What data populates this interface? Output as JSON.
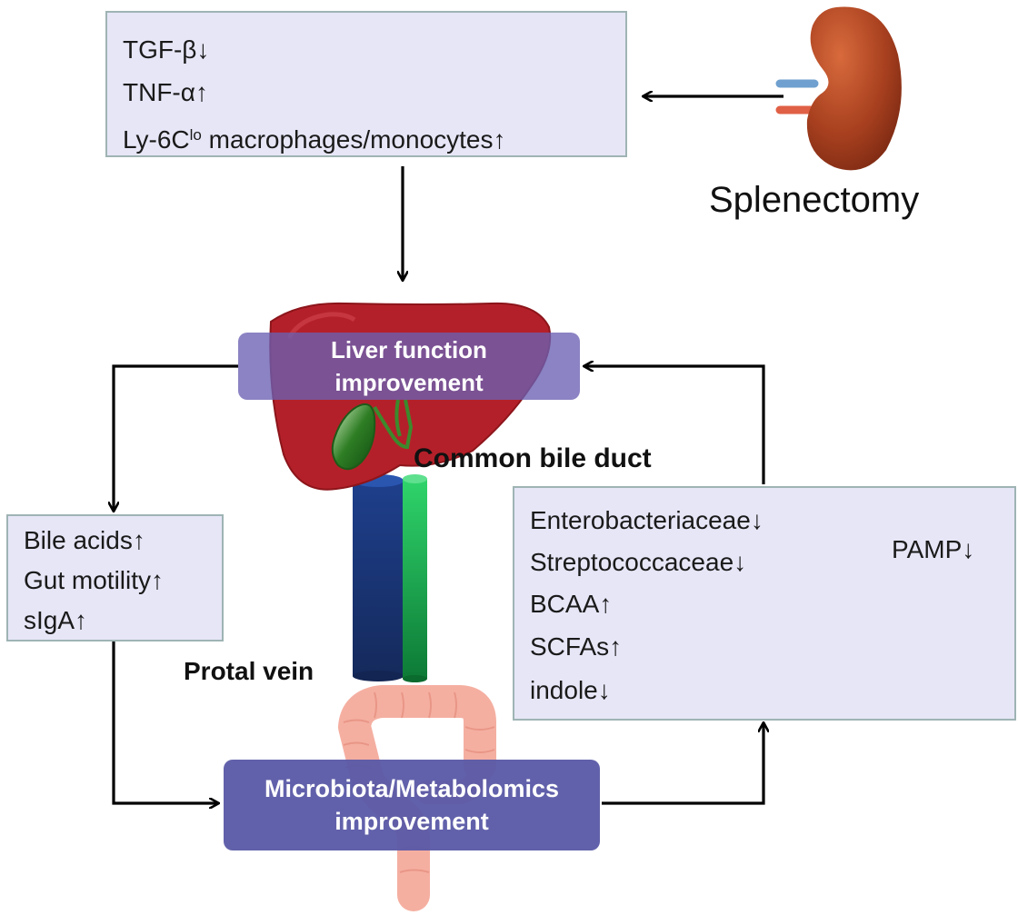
{
  "spleen_box": {
    "items": [
      "TGF-β↓",
      "TNF-α↑",
      "Ly-6C",
      "lo",
      " macrophages/monocytes↑"
    ]
  },
  "splenectomy_label": "Splenectomy",
  "liver_pill": {
    "line1": "Liver function",
    "line2": "improvement"
  },
  "common_bile_duct_label": "Common bile duct",
  "portal_vein_label": "Protal vein",
  "left_box": {
    "items": [
      "Bile acids↑",
      "Gut motility↑",
      "sIgA↑"
    ]
  },
  "right_box": {
    "items": [
      "Enterobacteriaceae↓",
      "Streptococcaceae↓",
      "BCAA↑",
      "SCFAs↑",
      "indole↓"
    ],
    "pamp": "PAMP↓"
  },
  "microbiota_pill": {
    "line1": "Microbiota/Metabolomics",
    "line2": "improvement"
  },
  "colors": {
    "box_fill": "#e6e6f7",
    "box_border": "#9fb4b4",
    "liver_pill": "#7b72b8",
    "microbiota_pill": "#5a5aa6",
    "liver": "#b3202a",
    "spleen": "#9c3a1e",
    "portal_vein": "#1c3a82",
    "bile_duct": "#1fa54e",
    "colon": "#f2a394"
  },
  "icons": [
    "spleen-illustration",
    "liver-illustration",
    "gallbladder-illustration",
    "portal-vein-cylinder",
    "bile-duct-cylinder",
    "colon-illustration"
  ]
}
